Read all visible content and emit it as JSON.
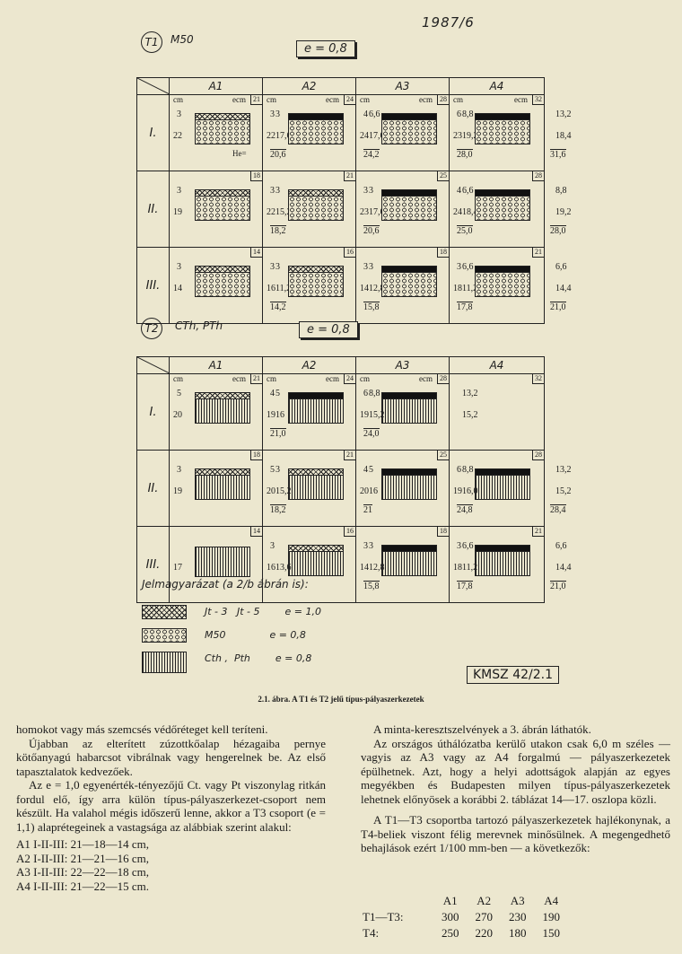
{
  "page_number": "1987/6",
  "t1": {
    "badge": "T1",
    "label": "M50",
    "e": "e = 0,8",
    "cols": [
      "A1",
      "A2",
      "A3",
      "A4"
    ],
    "rows": [
      {
        "label": "I.",
        "cells": [
          {
            "tot": "21",
            "cm": "cm",
            "ecm": "ecm",
            "t1": "3",
            "t2": "22",
            "v1": "3",
            "v2": "17,6",
            "sum": "20,6",
            "lbl": "He=",
            "top": "xx"
          },
          {
            "tot": "24",
            "cm": "cm",
            "ecm": "ecm",
            "t1": "3",
            "t2": "22",
            "v1": "6,6",
            "v2": "17,6",
            "sum": "24,2",
            "top": "black"
          },
          {
            "tot": "28",
            "cm": "cm",
            "ecm": "ecm",
            "t1": "4",
            "t2": "24",
            "v1": "8,8",
            "v2": "19,2",
            "sum": "28,0",
            "top": "black"
          },
          {
            "tot": "32",
            "cm": "cm",
            "ecm": "ecm",
            "t1": "6",
            "t2": "23",
            "v1": "13,2",
            "v2": "18,4",
            "sum": "31,6",
            "top": "black"
          }
        ]
      },
      {
        "label": "II.",
        "cells": [
          {
            "tot": "18",
            "t1": "3",
            "t2": "19",
            "v1": "3",
            "v2": "15,2",
            "sum": "18,2",
            "top": "xx"
          },
          {
            "tot": "21",
            "t1": "3",
            "t2": "22",
            "v1": "3",
            "v2": "17,6",
            "sum": "20,6",
            "top": "xx"
          },
          {
            "tot": "25",
            "t1": "3",
            "t2": "23",
            "v1": "6,6",
            "v2": "18,4",
            "sum": "25,0",
            "top": "black"
          },
          {
            "tot": "28",
            "t1": "4",
            "t2": "24",
            "v1": "8,8",
            "v2": "19,2",
            "sum": "28,0",
            "top": "black"
          }
        ]
      },
      {
        "label": "III.",
        "cells": [
          {
            "tot": "14",
            "t1": "3",
            "t2": "14",
            "v1": "3",
            "v2": "11,2",
            "sum": "14,2",
            "top": "xx"
          },
          {
            "tot": "16",
            "t1": "3",
            "t2": "16",
            "v1": "3",
            "v2": "12,8",
            "sum": "15,8",
            "top": "xx"
          },
          {
            "tot": "18",
            "t1": "3",
            "t2": "14",
            "v1": "6,6",
            "v2": "11,2",
            "sum": "17,8",
            "top": "black"
          },
          {
            "tot": "21",
            "t1": "3",
            "t2": "18",
            "v1": "6,6",
            "v2": "14,4",
            "sum": "21,0",
            "top": "black"
          }
        ]
      }
    ]
  },
  "t2": {
    "badge": "T2",
    "label": "CTh, PTh",
    "e": "e = 0,8",
    "cols": [
      "A1",
      "A2",
      "A3",
      "A4"
    ],
    "rows": [
      {
        "label": "I.",
        "cells": [
          {
            "tot": "21",
            "cm": "cm",
            "ecm": "ecm",
            "t1": "5",
            "t2": "20",
            "v1": "5",
            "v2": "16",
            "sum": "21,0",
            "top": "xx"
          },
          {
            "tot": "24",
            "cm": "cm",
            "ecm": "ecm",
            "t1": "4",
            "t2": "19",
            "v1": "8,8",
            "v2": "15,2",
            "sum": "24,0",
            "top": "black"
          },
          {
            "tot": "28",
            "cm": "cm",
            "ecm": "ecm",
            "t1": "6",
            "t2": "19",
            "v1": "13,2",
            "v2": "15,2",
            "sum": "",
            "top": "black"
          },
          {
            "tot": "32",
            "empty": true
          }
        ]
      },
      {
        "label": "II.",
        "cells": [
          {
            "tot": "18",
            "t1": "3",
            "t2": "19",
            "v1": "3",
            "v2": "15,2",
            "sum": "18,2",
            "top": "xx"
          },
          {
            "tot": "21",
            "t1": "5",
            "t2": "20",
            "v1": "5",
            "v2": "16",
            "sum": "21",
            "top": "xx"
          },
          {
            "tot": "25",
            "t1": "4",
            "t2": "20",
            "v1": "8,8",
            "v2": "16,0",
            "sum": "24,8",
            "top": "black"
          },
          {
            "tot": "28",
            "t1": "6",
            "t2": "19",
            "v1": "13,2",
            "v2": "15,2",
            "sum": "28,4",
            "top": "black"
          }
        ]
      },
      {
        "label": "III.",
        "cells": [
          {
            "tot": "14",
            "t1": "",
            "t2": "17",
            "v1": "",
            "v2": "13,6",
            "sum": "",
            "top": "none"
          },
          {
            "tot": "16",
            "t1": "3",
            "t2": "16",
            "v1": "3",
            "v2": "12,8",
            "sum": "15,8",
            "top": "xx"
          },
          {
            "tot": "18",
            "t1": "3",
            "t2": "14",
            "v1": "6,6",
            "v2": "11,2",
            "sum": "17,8",
            "top": "black"
          },
          {
            "tot": "21",
            "t1": "3",
            "t2": "18",
            "v1": "6,6",
            "v2": "14,4",
            "sum": "21,0",
            "top": "black"
          }
        ]
      }
    ]
  },
  "legend": {
    "title": "Jelmagyarázat (a 2/b ábrán is):",
    "items": [
      {
        "pattern": "xx",
        "text": "Jt - 3   Jt - 5        e = 1,0"
      },
      {
        "pattern": "circ",
        "text": "M50              e = 0,8"
      },
      {
        "pattern": "vert",
        "text": "Cth ,  Pth        e = 0,8"
      }
    ],
    "code": "KMSZ 42/2.1"
  },
  "caption": "2.1. ábra. A T1 és T2 jelű típus-pályaszerkezetek",
  "left_col": {
    "p1": "homokot vagy más szemcsés védőréteget kell teríteni.",
    "p2": "Újabban az elterített zúzottkőalap hézagaiba pernye kötőanyagú habarcsot vibrálnak vagy hengerelnek be. Az első tapasztalatok kedvezőek.",
    "p3": "Az e = 1,0 egyenérték-tényezőjű Ct. vagy Pt viszonylag ritkán fordul elő, így arra külön típus-pályaszerkezet-csoport nem készült. Ha valahol mégis időszerű lenne, akkor a T3 csoport (e = 1,1) alaprétegeinek a vastagsága az alábbiak szerint alakul:",
    "list": [
      "A1  I-II-III: 21—18—14 cm,",
      "A2  I-II-III: 21—21—16 cm,",
      "A3  I-II-III: 22—22—18 cm,",
      "A4  I-II-III: 21—22—15 cm."
    ]
  },
  "right_col": {
    "p1": "A minta-keresztszelvények a 3. ábrán láthatók.",
    "p2": "Az országos úthálózatba kerülő utakon csak 6,0 m széles — vagyis az A3 vagy az A4 forgalmú — pályaszerkezetek épülhetnek. Azt, hogy a helyi adottságok alapján az egyes megyékben és Budapesten milyen típus-pályaszerkezetek lehetnek előnyösek a korábbi 2. táblázat 14—17. oszlopa közli.",
    "p3": "A T1—T3 csoportba tartozó pályaszerkezetek hajlékonynak, a T4-beliek viszont félig merevnek minősülnek. A megengedhető behajlások ezért 1/100 mm-ben — a következők:",
    "table_head": [
      "",
      "A1",
      "A2",
      "A3",
      "A4"
    ],
    "table_rows": [
      [
        "T1—T3:",
        "300",
        "270",
        "230",
        "190"
      ],
      [
        "T4:",
        "250",
        "220",
        "180",
        "150"
      ]
    ]
  }
}
